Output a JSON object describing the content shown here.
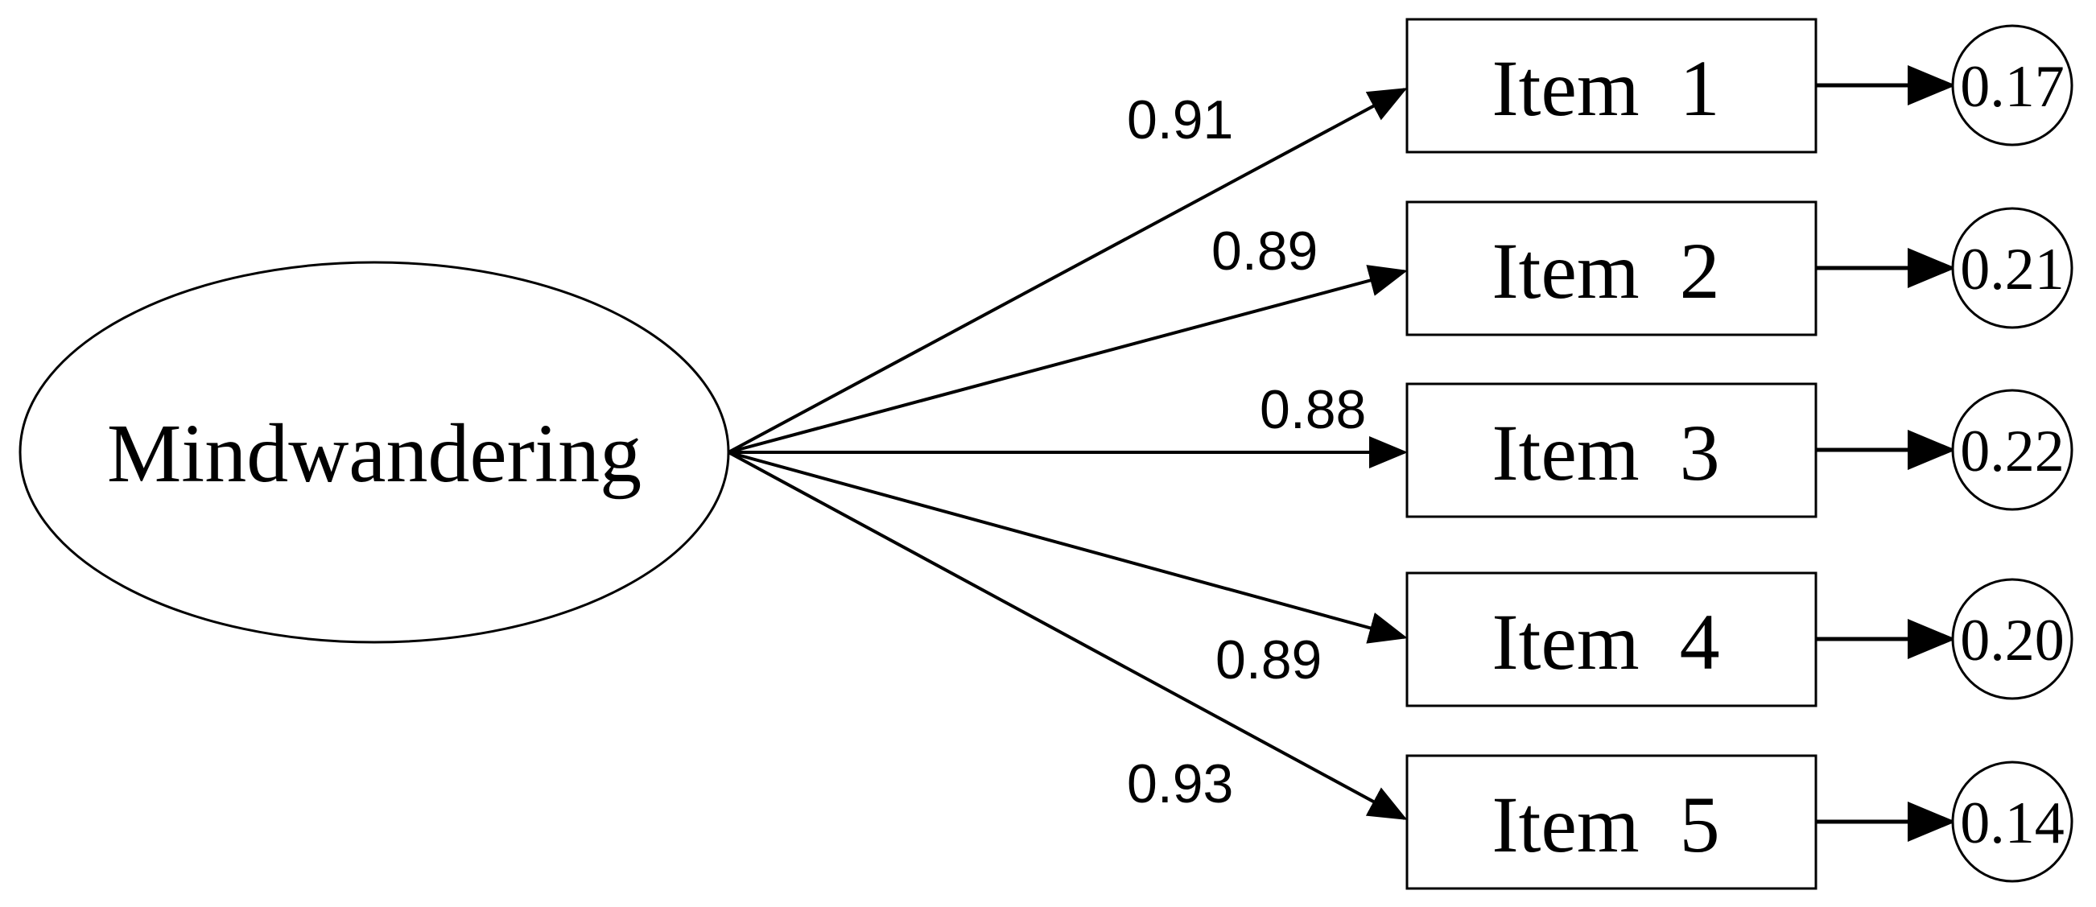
{
  "latent": {
    "label": "Mindwandering"
  },
  "items": [
    {
      "label": "Item  1",
      "loading": "0.91",
      "error": "0.17"
    },
    {
      "label": "Item  2",
      "loading": "0.89",
      "error": "0.21"
    },
    {
      "label": "Item  3",
      "loading": "0.88",
      "error": "0.22"
    },
    {
      "label": "Item  4",
      "loading": "0.89",
      "error": "0.20"
    },
    {
      "label": "Item  5",
      "loading": "0.93",
      "error": "0.14"
    }
  ]
}
